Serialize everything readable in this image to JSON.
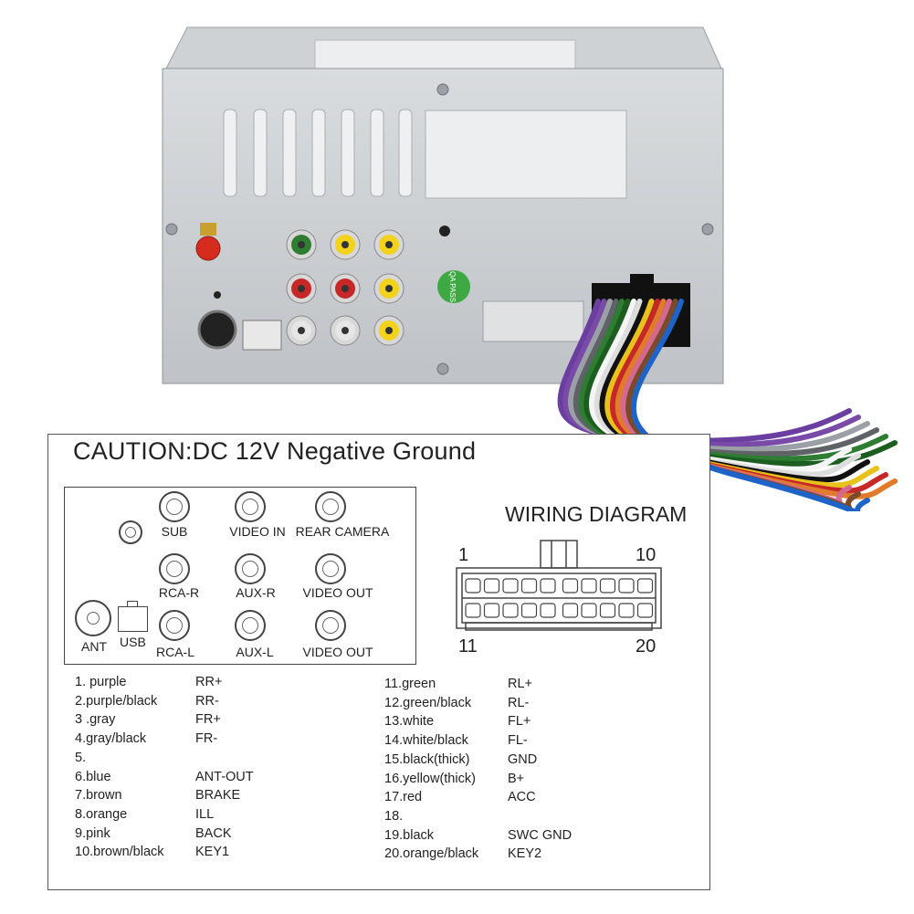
{
  "photo": {
    "unit_color": "#c9cdd1",
    "label_text": "QA PASS",
    "jack_colors": [
      "#2e7d32",
      "#f2d21b",
      "#f2d21b",
      "#c62828",
      "#c62828",
      "#f2d21b",
      "#e6e6e6",
      "#e6e6e6",
      "#f2d21b"
    ],
    "wire_colors": [
      "#6a3fa0",
      "#7a4aa8",
      "#9aa0a6",
      "#5f6368",
      "#2e7d32",
      "#1b5e20",
      "#f5f5f5",
      "#dddddd",
      "#111111",
      "#e8c21b",
      "#c62828",
      "#e07b2c",
      "#d4688f",
      "#7a4a2a",
      "#1e63c7"
    ]
  },
  "caution_title": "CAUTION:DC 12V Negative Ground",
  "panel": {
    "ant_label": "ANT",
    "usb_label": "USB",
    "jacks": [
      {
        "label": "SUB"
      },
      {
        "label": "VIDEO IN"
      },
      {
        "label": "REAR CAMERA"
      },
      {
        "label": "RCA-R"
      },
      {
        "label": "AUX-R"
      },
      {
        "label": "VIDEO OUT"
      },
      {
        "label": "RCA-L"
      },
      {
        "label": "AUX-L"
      },
      {
        "label": "VIDEO OUT"
      }
    ]
  },
  "wiring": {
    "title": "WIRING DIAGRAM",
    "pin_tl": "1",
    "pin_tr": "10",
    "pin_bl": "11",
    "pin_br": "20"
  },
  "wires_left": [
    {
      "wire": "1. purple",
      "func": "RR+"
    },
    {
      "wire": "2.purple/black",
      "func": "RR-"
    },
    {
      "wire": "3 .gray",
      "func": "FR+"
    },
    {
      "wire": "4.gray/black",
      "func": "FR-"
    },
    {
      "wire": "5.",
      "func": ""
    },
    {
      "wire": "6.blue",
      "func": "ANT-OUT"
    },
    {
      "wire": "7.brown",
      "func": "BRAKE"
    },
    {
      "wire": "8.orange",
      "func": "ILL"
    },
    {
      "wire": "9.pink",
      "func": "BACK"
    },
    {
      "wire": "10.brown/black",
      "func": "KEY1"
    }
  ],
  "wires_right": [
    {
      "wire": "11.green",
      "func": "RL+"
    },
    {
      "wire": "12.green/black",
      "func": "RL-"
    },
    {
      "wire": "13.white",
      "func": "FL+"
    },
    {
      "wire": "14.white/black",
      "func": "FL-"
    },
    {
      "wire": "15.black(thick)",
      "func": "GND"
    },
    {
      "wire": "16.yellow(thick)",
      "func": "B+"
    },
    {
      "wire": "17.red",
      "func": "ACC"
    },
    {
      "wire": "18.",
      "func": ""
    },
    {
      "wire": "19.black",
      "func": "SWC   GND"
    },
    {
      "wire": "20.orange/black",
      "func": "KEY2"
    }
  ]
}
